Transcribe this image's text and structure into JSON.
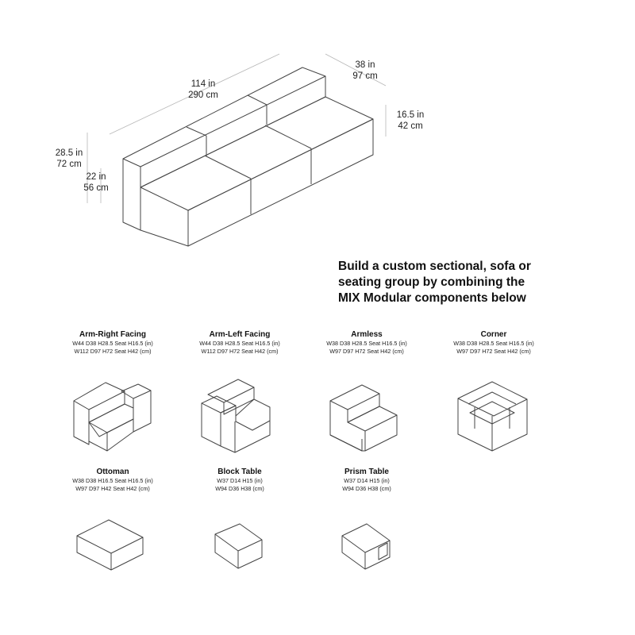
{
  "dimensions": {
    "width_in": "114 in",
    "width_cm": "290 cm",
    "depth_in": "38 in",
    "depth_cm": "97 cm",
    "seat_height_in": "16.5 in",
    "seat_height_cm": "42 cm",
    "overall_height_in": "28.5 in",
    "overall_height_cm": "72 cm",
    "arm_height_in": "22 in",
    "arm_height_cm": "56 cm"
  },
  "headline": {
    "line1": "Build a custom sectional, sofa or",
    "line2": "seating group by combining the",
    "line3": "MIX Modular components below"
  },
  "components": [
    {
      "name": "Arm-Right Facing",
      "spec_in": "W44 D38 H28.5 Seat H16.5 (in)",
      "spec_cm": "W112 D97 H72 Seat H42 (cm)"
    },
    {
      "name": "Arm-Left Facing",
      "spec_in": "W44 D38 H28.5 Seat H16.5 (in)",
      "spec_cm": "W112 D97 H72 Seat H42 (cm)"
    },
    {
      "name": "Armless",
      "spec_in": "W38 D38 H28.5 Seat H16.5 (in)",
      "spec_cm": "W97 D97 H72 Seat H42 (cm)"
    },
    {
      "name": "Corner",
      "spec_in": "W38 D38 H28.5 Seat H16.5 (in)",
      "spec_cm": "W97 D97 H72 Seat H42 (cm)"
    },
    {
      "name": "Ottoman",
      "spec_in": "W38 D38 H16.5 Seat H16.5 (in)",
      "spec_cm": "W97 D97 H42 Seat H42 (cm)"
    },
    {
      "name": "Block Table",
      "spec_in": "W37 D14 H15 (in)",
      "spec_cm": "W94 D36 H38 (cm)"
    },
    {
      "name": "Prism Table",
      "spec_in": "W37 D14 H15 (in)",
      "spec_cm": "W94 D36 H38 (cm)"
    }
  ]
}
